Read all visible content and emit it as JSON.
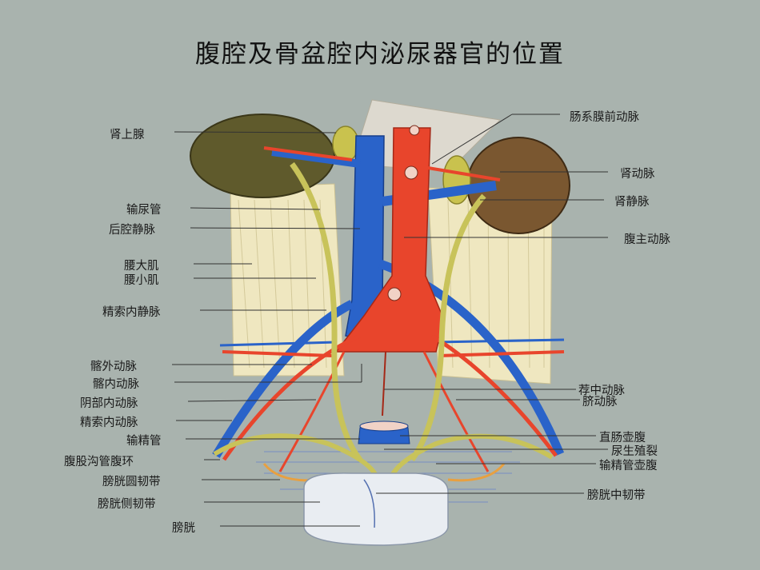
{
  "title": "腹腔及骨盆腔内泌尿器官的位置",
  "colors": {
    "background": "#a9b3ae",
    "artery": "#e8452c",
    "vein": "#2a63c9",
    "ureter": "#c8c35a",
    "kidney": "#5f5a2c",
    "muscle": "#efe7c0"
  },
  "labels_left": [
    "肾上腺",
    "输尿管",
    "后腔静脉",
    "腰大肌",
    "腰小肌",
    "精索内静脉",
    "髂外动脉",
    "髂内动脉",
    "阴部内动脉",
    "精索内动脉",
    "输精管",
    "腹股沟管腹环",
    "膀胱圆韧带",
    "膀胱侧韧带",
    "膀胱"
  ],
  "labels_right": [
    "肠系膜前动脉",
    "肾动脉",
    "肾静脉",
    "腹主动脉",
    "荐中动脉",
    "脐动脉",
    "直肠壶腹",
    "尿生殖裂",
    "输精管壶腹",
    "膀胱中韧带"
  ]
}
